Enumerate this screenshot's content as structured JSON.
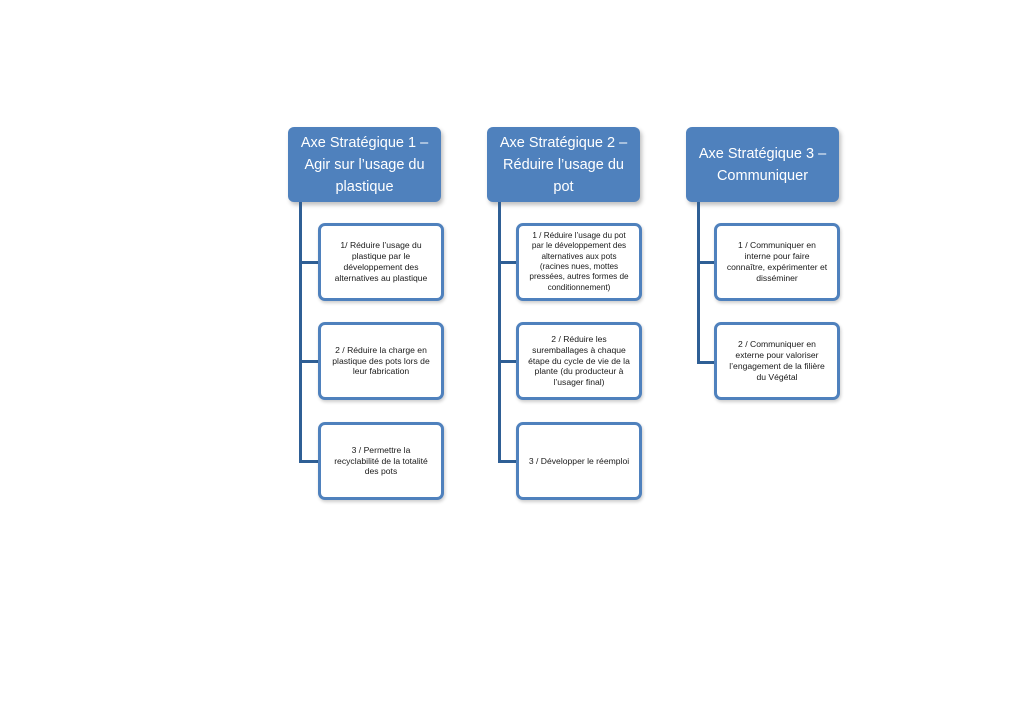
{
  "colors": {
    "header_fill": "#4f81bd",
    "child_border": "#4f81bd",
    "connector": "#2f5f95"
  },
  "axes": [
    {
      "title": "Axe Stratégique 1 –\nAgir sur l’usage du\nplastique",
      "children": [
        "1/ Réduire l’usage du\nplastique par le\ndéveloppement des\nalternatives au plastique",
        "2 / Réduire la charge en\nplastique des pots lors de\nleur fabrication",
        "3 / Permettre la\nrecyclabilité de la totalité\ndes pots"
      ]
    },
    {
      "title": "Axe Stratégique 2 –\nRéduire l’usage du\npot",
      "children": [
        "1 / Réduire l’usage du pot\npar le développement des\nalternatives aux pots\n(racines nues, mottes\npressées, autres formes de\nconditionnement)",
        "2 / Réduire les\nsuremballages à chaque\nétape du cycle de vie de la\nplante (du producteur à\nl’usager final)",
        "3 / Développer le réemploi"
      ]
    },
    {
      "title": "Axe Stratégique 3 –\nCommuniquer",
      "children": [
        "1 / Communiquer en\ninterne pour faire\nconnaître, expérimenter et\ndisséminer",
        "2 / Communiquer en\nexterne pour valoriser\nl’engagement de la filière\ndu Végétal"
      ]
    }
  ]
}
